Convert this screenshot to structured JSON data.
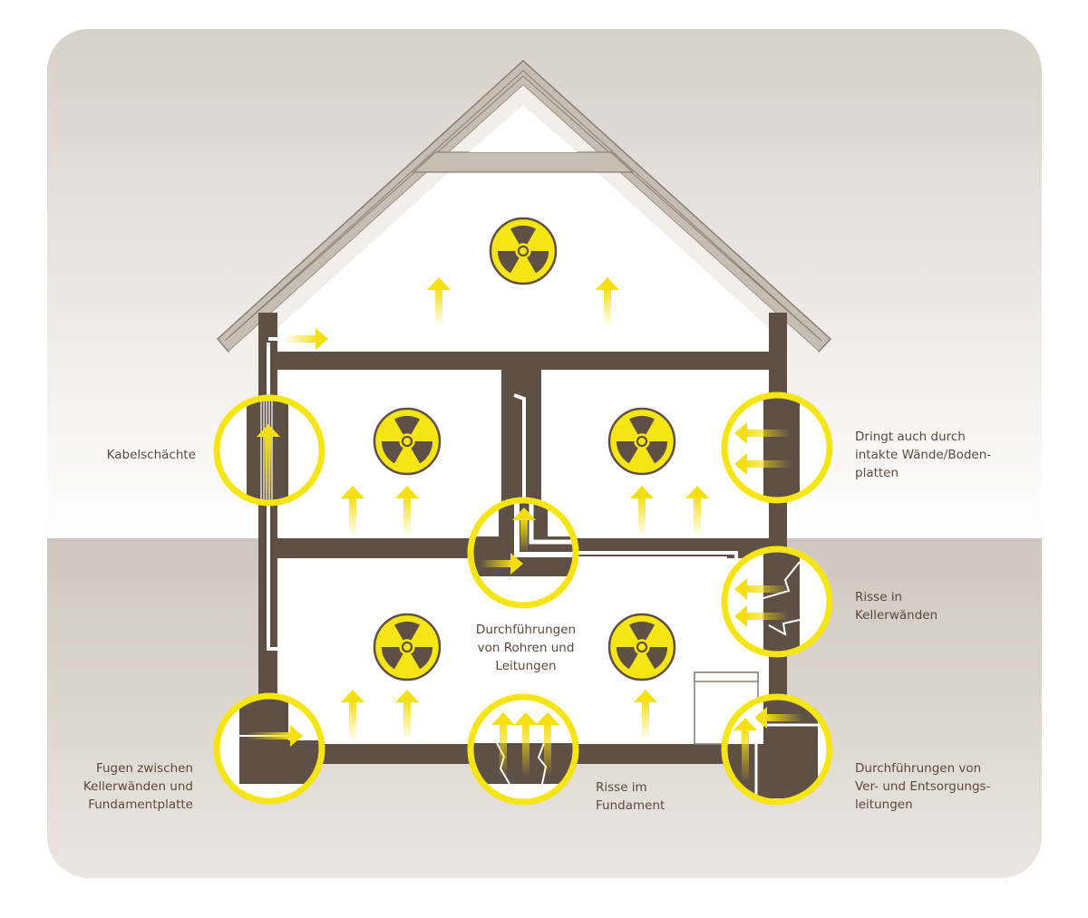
{
  "colors": {
    "outer_bg": "#ffffff",
    "sky_top": "#d6d0c8",
    "sky_bottom": "#ffffff",
    "ground_top": "#cfc7bf",
    "ground_bottom": "#ebe6e0",
    "wall": "#5f5045",
    "roof_fill": "#c6bdb3",
    "interior": "#ffffff",
    "accent_yellow": "#f6e515",
    "arrow_yellow": "#f4de14",
    "label_text": "#5b4a3c"
  },
  "symbols": {
    "radon": "radiation-trefoil-icon",
    "flow": "arrow-up-icon"
  },
  "labels": {
    "kabel": "Kabelschächte",
    "dringt": "Dringt auch durch\nintakte Wände/Boden-\nplatten",
    "risse_keller": "Risse in\nKellerwänden",
    "durchf_rohre": "Durchführungen\nvon Rohren und\nLeitungen",
    "fugen": "Fugen zwischen\nKellerwänden und\nFundamentplatte",
    "risse_fund": "Risse im\nFundament",
    "durchf_ver": "Durchführungen von\nVer- und Entsorgungs-\nleitungen"
  }
}
